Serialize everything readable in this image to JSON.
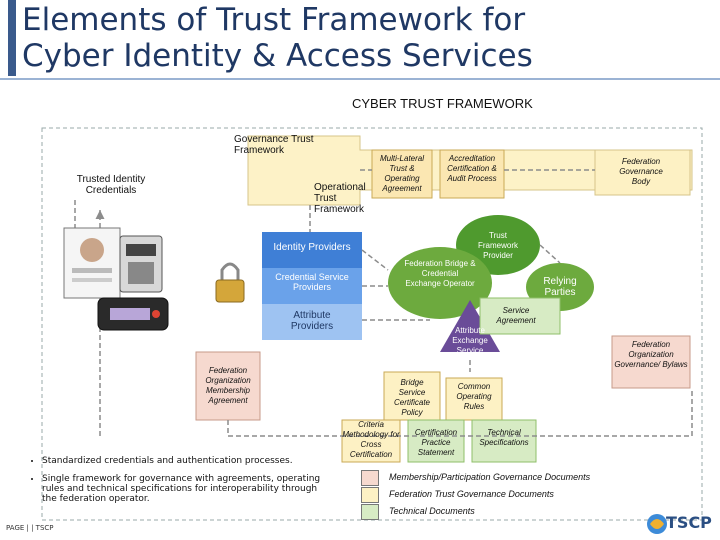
{
  "title": {
    "line1": "Elements of Trust Framework for",
    "line2": "Cyber Identity & Access Services"
  },
  "framework_heading": "CYBER TRUST FRAMEWORK",
  "labels": {
    "governance_trust_framework": "Governance Trust Framework",
    "trusted_identity_credentials": "Trusted Identity Credentials",
    "operational_trust_framework": "Operational Trust Framework",
    "multilateral": "Multi-Lateral Trust & Operating Agreement",
    "accreditation": "Accreditation Certification & Audit Process",
    "federation_governance_body": "Federation Governance Body",
    "identity_providers": "Identity Providers",
    "credential_service_providers": "Credential Service Providers",
    "attribute_providers": "Attribute Providers",
    "trust_framework_provider": "Trust Framework Provider",
    "federation_bridge": "Federation Bridge & Credential Exchange Operator",
    "relying_parties": "Relying Parties",
    "service_agreement": "Service Agreement",
    "attribute_exchange_service": "Attribute Exchange Service",
    "federation_org_gov_bylaws": "Federation Organization Governance/ Bylaws",
    "federation_org_membership": "Federation Organization Membership Agreement",
    "bridge_service_cert_policy": "Bridge Service Certificate Policy",
    "common_operating_rules": "Common Operating Rules",
    "criteria_methodology": "Criteria Methodology for Cross Certification",
    "certification_practice": "Certification Practice Statement",
    "technical_specifications": "Technical Specifications"
  },
  "bullets": [
    "Standardized credentials and authentication processes.",
    "Single framework for governance with agreements, operating rules and technical specifications for interoperability through the federation operator."
  ],
  "legend": [
    {
      "label": "Membership/Participation Governance Documents",
      "color": "#f6d9cf"
    },
    {
      "label": "Federation Trust Governance Documents",
      "color": "#fdf1c4"
    },
    {
      "label": "Technical Documents",
      "color": "#d7ebc4"
    }
  ],
  "footer": "PAGE | | TSCP",
  "logo": "TSCP",
  "colors": {
    "governance_band": "#fdf2c7",
    "identity_blue": "#3f7fd6",
    "green_oval": "#6daa3e",
    "purple_triangle": "#6a4c98",
    "arrow_gray": "#8c8c8c"
  },
  "icons": [
    "padlock-icon",
    "id-card-icon",
    "card-reader-icon",
    "smart-token-icon",
    "tscp-logo-icon"
  ]
}
